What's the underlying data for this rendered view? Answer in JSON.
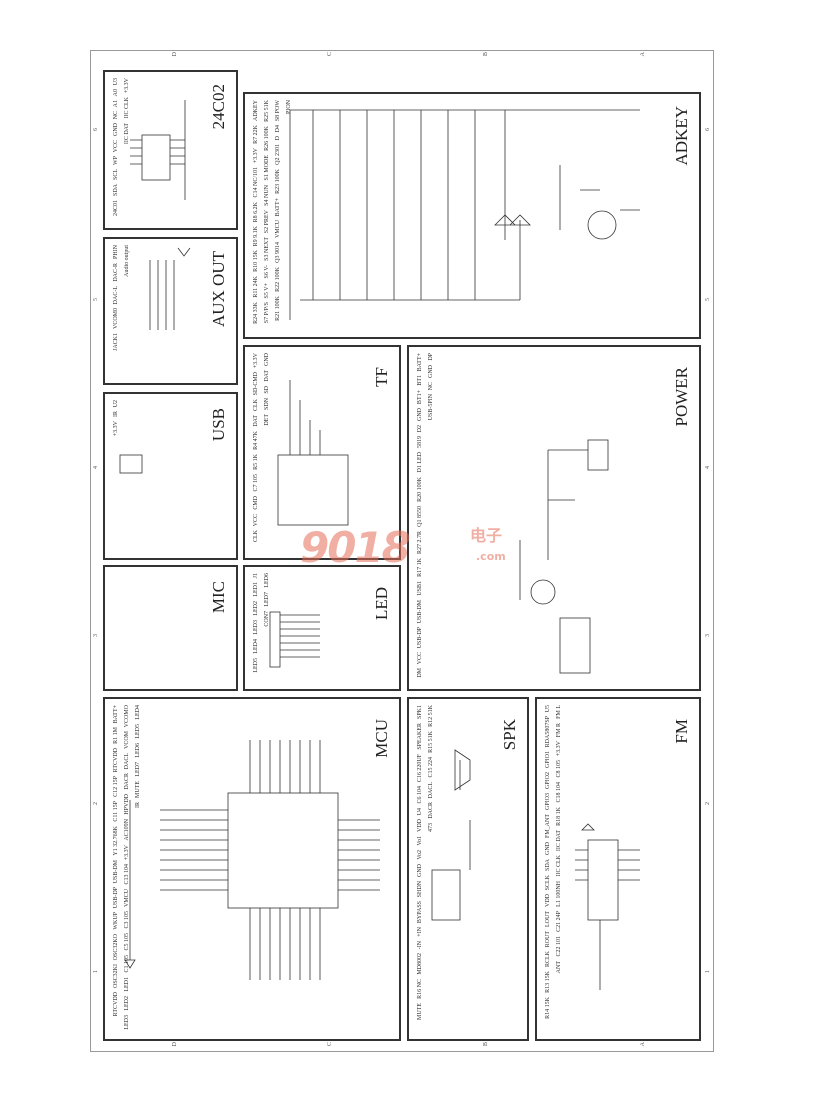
{
  "zones": {
    "letters": [
      "D",
      "C",
      "B",
      "A"
    ],
    "numbers": [
      "6",
      "5",
      "4",
      "3",
      "2",
      "1"
    ]
  },
  "panels": {
    "eeprom": {
      "title": "24C02",
      "labels": [
        "U3",
        "A0",
        "A1",
        "NC",
        "GND",
        "VCC",
        "WP",
        "SCL",
        "SDA",
        "24C01",
        "+3.3V",
        "IIC CLK",
        "IIC DAT"
      ]
    },
    "aux_out": {
      "title": "AUX OUT",
      "labels": [
        "PHIN",
        "DAC-R",
        "DAC-L",
        "VCOM0",
        "JACK1",
        "Audio output"
      ]
    },
    "usb": {
      "title": "USB",
      "labels": [
        "U2",
        "IR",
        "+3.3V"
      ]
    },
    "mic": {
      "title": "MIC"
    },
    "mcu": {
      "title": "MCU",
      "labels": [
        "BATT+",
        "R1 1M",
        "RTCVDD",
        "C12 15P",
        "C11 15P",
        "Y1 32.768K",
        "USB-DM",
        "USB-DP",
        "WKUP",
        "OSC32KO",
        "OSC32KI",
        "RTCVDD",
        "VCOMO",
        "VCOM",
        "DACL",
        "DACR",
        "HPVDD",
        "AC109N",
        "+3.3V",
        "C13 104",
        "VMCU",
        "C3 105",
        "C5 105",
        "C1 105",
        "LED1",
        "LED2",
        "LED3",
        "LED4",
        "LED5",
        "LED6",
        "LED7",
        "MUTE",
        "IR"
      ]
    },
    "adkey": {
      "title": "ADKEY",
      "labels": [
        "ADKEY",
        "R7 22K",
        "+3.3V",
        "C14 NC/101",
        "R8 6.2K",
        "R9 9.1K",
        "R10 15K",
        "R11 24K",
        "R24 33K",
        "R25 51K",
        "R26 100K",
        "S1 MODE",
        "S4 NUN",
        "S2 PREV",
        "S3 NEXT",
        "S6 V-",
        "S5 V+",
        "S7 P/P/S",
        "S8 POW",
        "D4",
        "D",
        "Q2 2301",
        "R23 100K",
        "BATT+",
        "VMCU",
        "Q3 9014",
        "R22 100K",
        "R21 100K",
        "PION"
      ]
    },
    "tf": {
      "title": "TF",
      "labels": [
        "+3.3V",
        "SD-CMD",
        "CLK",
        "DAT",
        "R4 47K",
        "R5 1K",
        "C7 105",
        "CMD",
        "VCC",
        "CLK",
        "GND",
        "DAT",
        "SD",
        "SDN",
        "DET"
      ]
    },
    "led": {
      "title": "LED",
      "labels": [
        "J1",
        "LED1",
        "LED2",
        "LED3",
        "LED4",
        "LED5",
        "LED6",
        "LED7",
        "CON7"
      ]
    },
    "power": {
      "title": "POWER",
      "labels": [
        "BATT+",
        "BT1",
        "BT1+",
        "GND",
        "D2",
        "5819",
        "D1 LED",
        "R20 100K",
        "Q1 8550",
        "R27 2.7R",
        "R17 1K",
        "USB1",
        "USB-DM",
        "USB-DP",
        "VCC",
        "DM",
        "DP",
        "GND",
        "NC",
        "USB-5PIN"
      ]
    },
    "spk": {
      "title": "SPK",
      "labels": [
        "SPK1",
        "SPEAKER",
        "C16 220UF",
        "C6 104",
        "U4",
        "VDD",
        "Vo1",
        "Vo2",
        "GND",
        "SHDN",
        "BYPASS",
        "+IN",
        "-IN",
        "MD8002",
        "R16 NC",
        "MUTE",
        "R12 51K",
        "R15 51K",
        "C15 224",
        "DACL",
        "DACR",
        "473"
      ]
    },
    "fm": {
      "title": "FM",
      "labels": [
        "U5",
        "RDA5807SP",
        "GPIO1",
        "GPIO2",
        "GPIO3",
        "FM_ANT",
        "GND",
        "SDA",
        "SCLK",
        "VDD",
        "LOUT",
        "ROUT",
        "RCLK",
        "R13 15K",
        "R14 15K",
        "FM L",
        "FM R",
        "+3.3V",
        "C8 105",
        "C18 104",
        "R18 1K",
        "IIC DAT",
        "IIC CLK",
        "L1 100NH",
        "C21 24P",
        "C22 101",
        "ANT"
      ]
    }
  },
  "watermark": {
    "digits": "9018",
    "cn": "电子",
    "domain": ".com"
  }
}
